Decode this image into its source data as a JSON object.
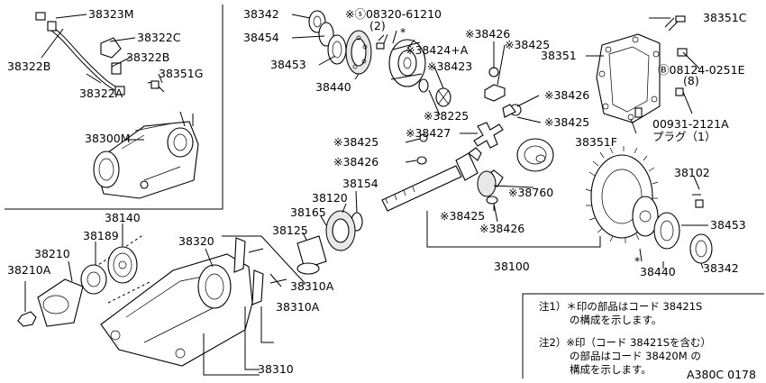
{
  "labels": {
    "p38323M": "38323M",
    "p38322C": "38322C",
    "p38322B_a": "38322B",
    "p38322B_b": "38322B",
    "p38351G": "38351G",
    "p38322A": "38322A",
    "p38300M": "38300M",
    "p38342_top": "38342",
    "p38454": "38454",
    "p38453_top": "38453",
    "p38440_top": "38440",
    "bolt_top": "※ⓢ08320-61210",
    "bolt_top_qty": "(2)",
    "asterisk_top": "*",
    "p38424A": "※38424+A",
    "p38423": "※38423",
    "p38426_top": "※38426",
    "p38425_top": "※38425",
    "p38225": "※38225",
    "p38426_mid": "※38426",
    "p38425_mid": "※38425",
    "p38427": "※38427",
    "p38425_left": "※38425",
    "p38426_left": "※38426",
    "p38351C": "38351C",
    "p38351": "38351",
    "bolt_b": "Ⓑ08124-0251E",
    "bolt_b_qty": "(8)",
    "p00931": "00931-2121A",
    "plug": "プラグ（1）",
    "p38351F": "38351F",
    "p38760": "※38760",
    "p38425_low": "※38425",
    "p38426_low": "※38426",
    "p38154": "38154",
    "p38120": "38120",
    "p38165": "38165",
    "p38125": "38125",
    "p38140": "38140",
    "p38189": "38189",
    "p38210": "38210",
    "p38210A": "38210A",
    "p38320": "38320",
    "p38310A_a": "38310A",
    "p38310A_b": "38310A",
    "p38310": "38310",
    "p38100": "38100",
    "p38102": "38102",
    "p38453_right": "38453",
    "asterisk_right": "*",
    "p38440_right": "38440",
    "p38342_right": "38342"
  },
  "notes": {
    "line1": "注1）＊印の部品はコード 38421S",
    "line2": "の構成を示します。",
    "line3": "注2）※印（コード 38421Sを含む）",
    "line4": "の部品はコード 38420M の",
    "line5": "構成を示します。"
  },
  "diagram_id": "A380C 0178"
}
